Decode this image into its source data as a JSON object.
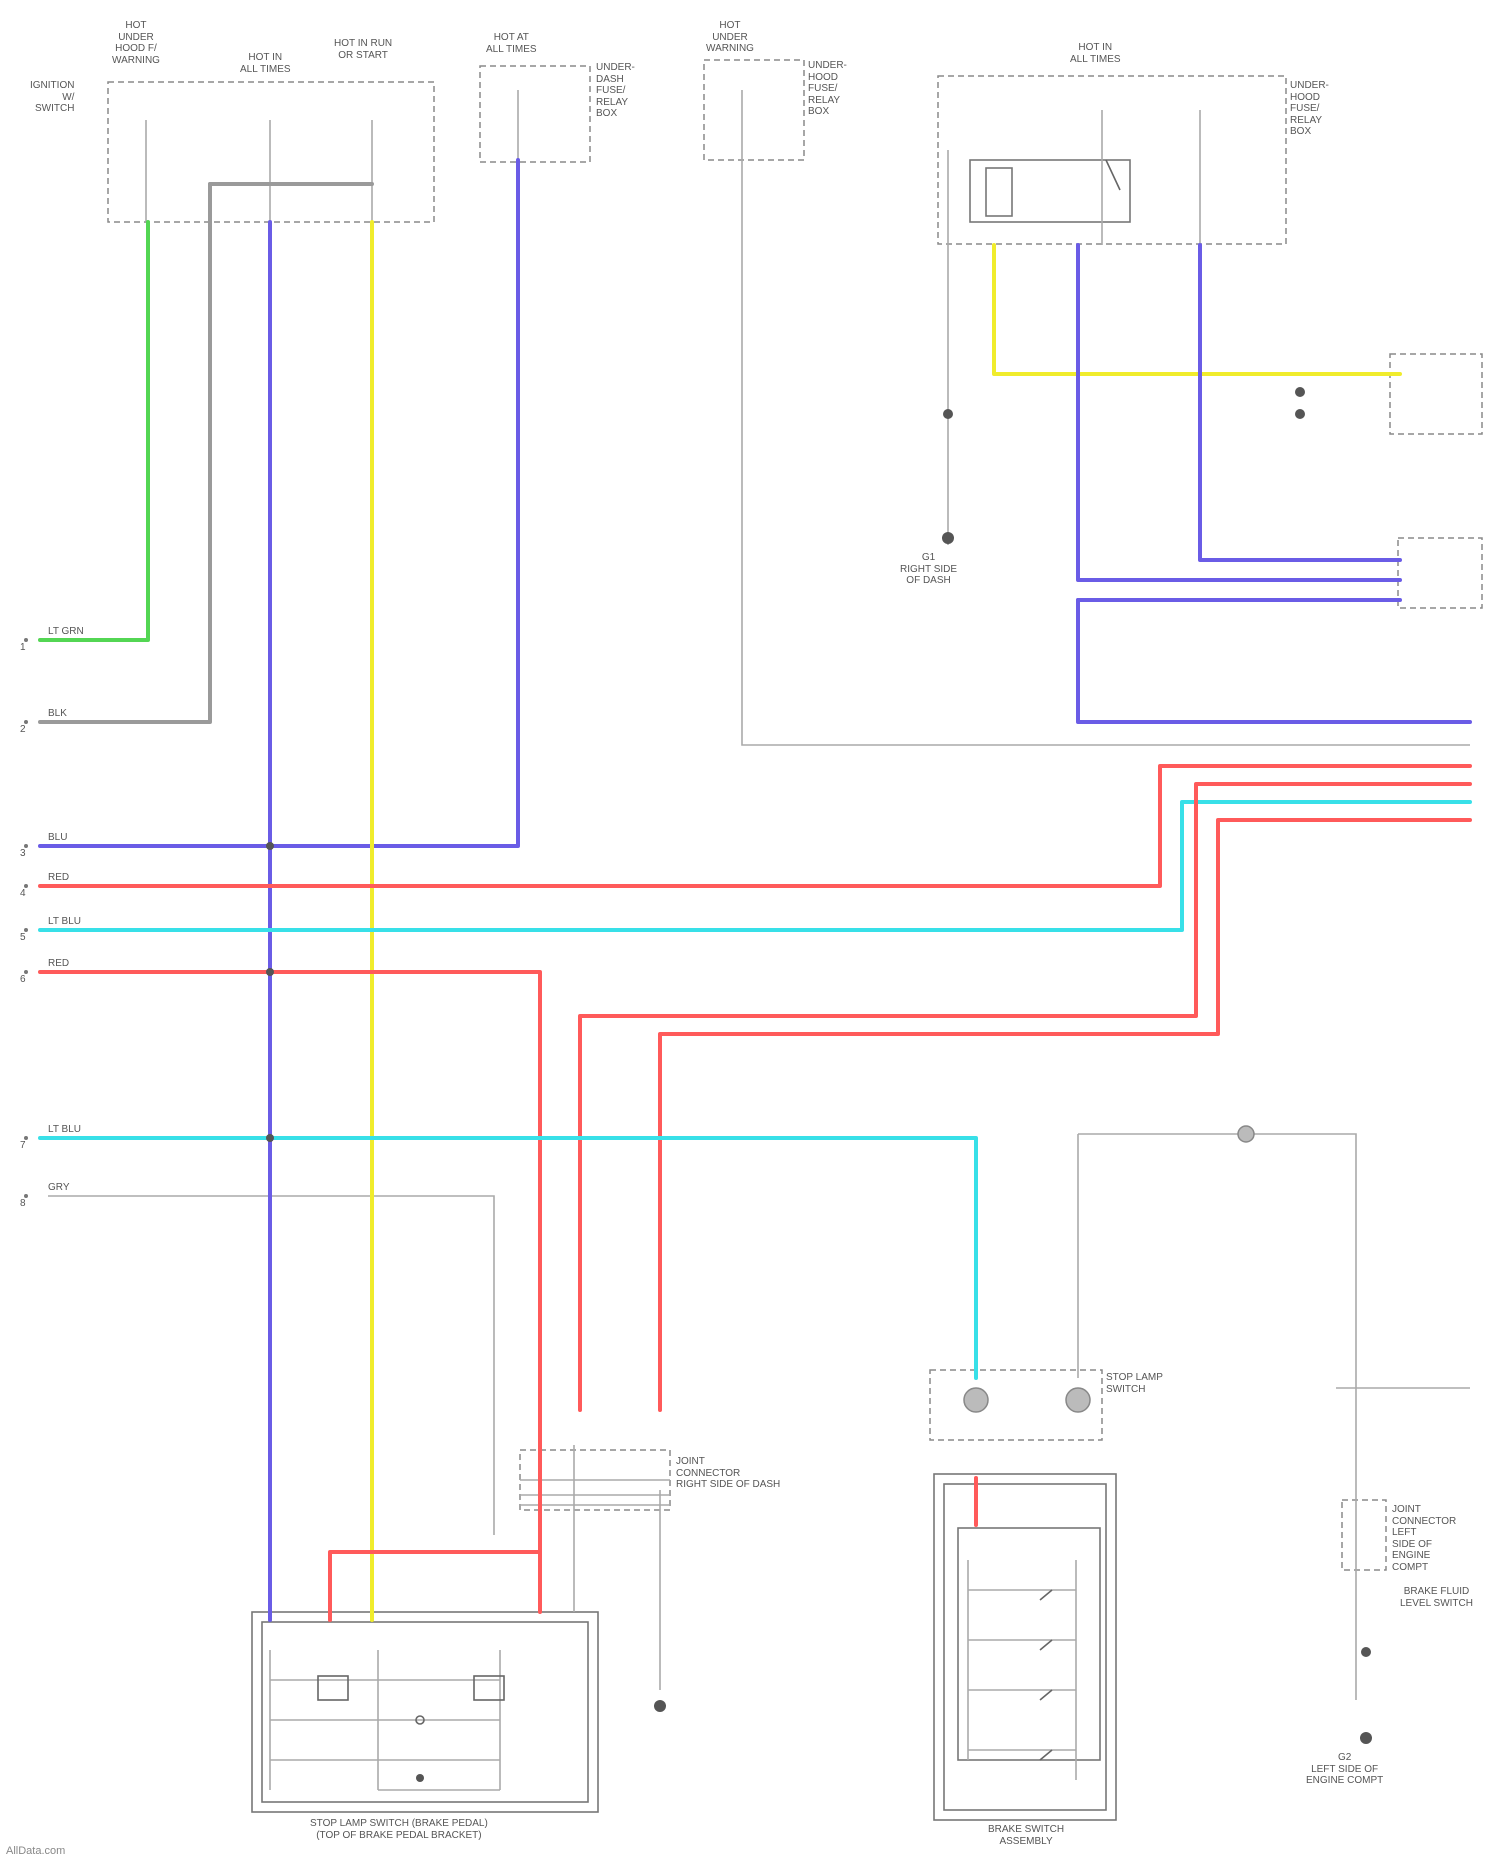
{
  "left_terminals": [
    "1",
    "2",
    "3",
    "4",
    "5",
    "6",
    "7",
    "8"
  ],
  "left_wire_colors": [
    "LT GRN",
    "BLK",
    "BLU",
    "RED",
    "LT BLU",
    "RED",
    "LT BLU",
    "GRY"
  ],
  "top_boxes": [
    {
      "header": "HOT\nUNDER\nHOOD F/\nWARNING",
      "label": "IGNITION\nW/\nSWITCH"
    },
    {
      "header": "HOT IN\nALL TIMES",
      "label": ""
    },
    {
      "header": "HOT IN RUN\nOR START",
      "label": ""
    },
    {
      "header": "HOT AT\nALL TIMES",
      "label": "UNDER-\nDASH\nFUSE/\nRELAY\nBOX"
    },
    {
      "header": "HOT\nUNDER\nWARNING",
      "label": "UNDER-\nHOOD\nFUSE/\nRELAY\nBOX"
    },
    {
      "header": "HOT IN\nALL TIMES",
      "label": "UNDER-\nHOOD\nFUSE/\nRELAY\nBOX"
    }
  ],
  "ground_labels": [
    "G1\nRIGHT SIDE\nOF DASH",
    "G2\nLEFT SIDE OF\nENGINE COMPT"
  ],
  "connector_labels": [
    "JOINT\nCONNECTOR\nRIGHT SIDE OF DASH",
    "STOP LAMP\nSWITCH",
    "JOINT\nCONNECTOR\nLEFT\nSIDE OF\nENGINE\nCOMPT"
  ],
  "bottom_labels": [
    "STOP LAMP SWITCH (BRAKE PEDAL)\n(TOP OF BRAKE PEDAL BRACKET)",
    "BRAKE SWITCH\nASSEMBLY",
    "BRAKE FLUID\nLEVEL SWITCH"
  ],
  "footer": "AllData.com",
  "colors": {
    "green": "#53d653",
    "blue": "#6a5ce6",
    "yellow": "#f0ec2c",
    "red": "#ff5a5a",
    "cyan": "#38e0e8",
    "gray": "#9a9a9a",
    "line": "#666666"
  }
}
